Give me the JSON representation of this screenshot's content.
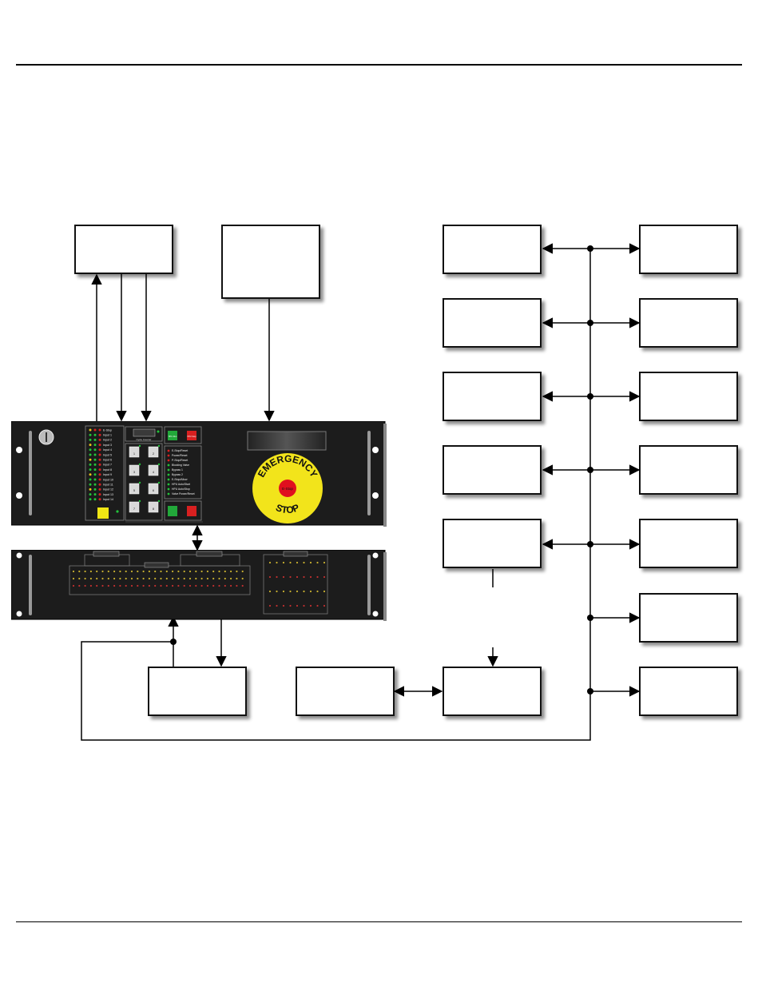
{
  "panel": {
    "input_labels": [
      "E-Stop",
      "Input 1",
      "Input 2",
      "Input 3",
      "Input 4",
      "Input 5",
      "Input 6",
      "Input 7",
      "Input 8",
      "Input 9",
      "Input 10",
      "Input 11",
      "Input 12",
      "Input 13",
      "Input 14"
    ],
    "cycle_label": "Cycle Counter",
    "run_label": "HPU Run",
    "stop_label": "HPU Stop",
    "valve_buttons": [
      "1",
      "2",
      "3",
      "4",
      "5",
      "6",
      "7",
      "8"
    ],
    "status_labels": [
      "E-Stop/Reset",
      "Power/Reset",
      "P-Stop/Reset",
      "Blocking Valve",
      "Bypass 1",
      "Bypass 2",
      "E-Stop/Allow",
      "HPU Auto/Start",
      "HPU Auto/Stop",
      "Valve Power/Reset"
    ],
    "emergency_text": "EMERGENCY",
    "stop_text": "STOP",
    "estop_button": "E-Stop"
  },
  "colors": {
    "panel": "#1c1c1c",
    "estop_yellow": "#f2e41b",
    "estop_red": "#e0101e",
    "led_green": "#22c43a",
    "led_red": "#d82020"
  }
}
